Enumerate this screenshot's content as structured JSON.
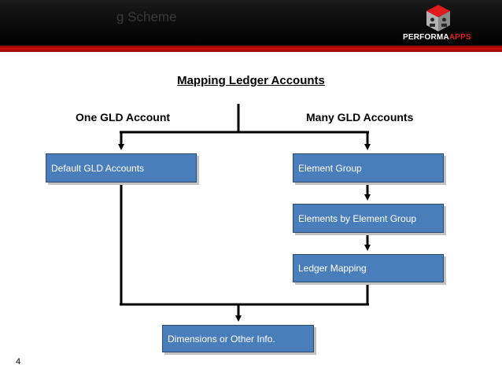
{
  "header": {
    "title": "g Scheme",
    "logo_text_main": "PERFORMA",
    "logo_text_accent": "APPS",
    "logo_icon": "cube-logo-icon",
    "accent_color": "#d10f0f"
  },
  "diagram": {
    "title": "Mapping Ledger Accounts",
    "left_branch": "One GLD Account",
    "right_branch": "Many GLD Accounts",
    "nodes": {
      "default_gld": "Default GLD Accounts",
      "element_group": "Element Group",
      "elements_by_group": "Elements by Element Group",
      "ledger_mapping": "Ledger Mapping",
      "dimensions": "Dimensions or Other Info."
    },
    "box_color": "#4a7ebb"
  },
  "page_number": "4"
}
